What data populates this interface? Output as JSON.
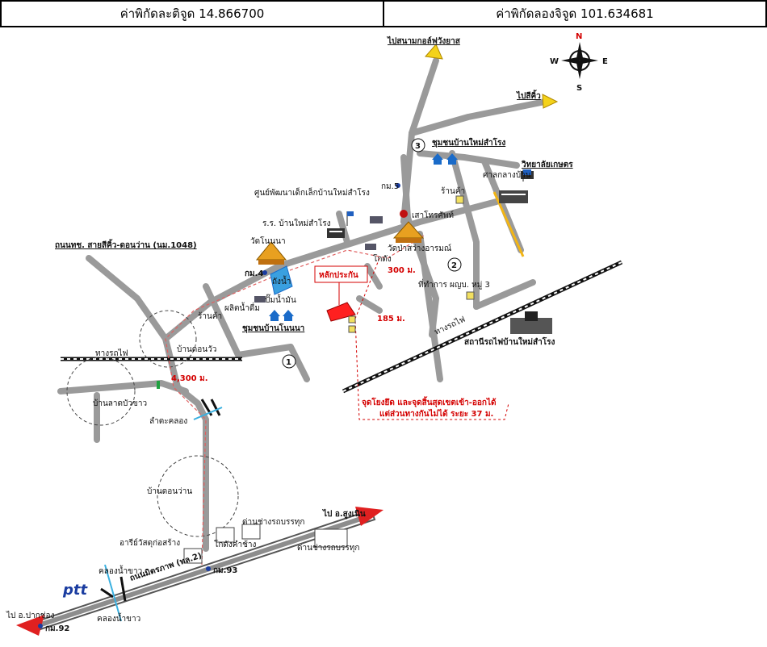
{
  "header": {
    "latitude": "ค่าพิกัดละติจูด 14.866700",
    "longitude": "ค่าพิกัดลองจิจูด 101.634681"
  },
  "compass": {
    "n": "N",
    "s": "S",
    "e": "E",
    "w": "W"
  },
  "roads": {
    "to_airport": "ไปสนามกอล์ฟวังยาส",
    "to_sikhio": "ไปสีคิ้ว",
    "highway_2_to_sungnoen": "ไป อ.สูงเนิน",
    "highway_2_to_pakchong": "ไป อ.ปากช่อง",
    "highway_2_name": "ถนนมิตรภาพ (ทล.2)",
    "rural_road": "ถนนทช. สายสีคิ้ว-ดอนว่าน (นม.1048)",
    "railway_west": "ทางรถไฟ",
    "railway_east": "ทางรถไฟ"
  },
  "places": {
    "community_north": "ชุมชนบ้านใหม่สำโรง",
    "college": "วิทยาลัยเกษตร",
    "shrine": "ศาลกลางบ้าน",
    "shop_ne": "ร้านค้า",
    "childcare": "ศูนย์พัฒนาเด็กเล็กบ้านใหม่สำโรง",
    "km5": "กม.5",
    "sao_thong": "เสาโทรศัพท์",
    "school": "ร.ร. บ้านใหม่สำโรง",
    "wat_nongna": "วัดโนนนา",
    "wat_pasawang": "วัดป่าสว่างอารมณ์",
    "kodang": "โกดัง",
    "km4": "กม.4",
    "water_tank": "ถังน้ำ",
    "base_point": "หลักประกัน",
    "dist_300": "300 ม.",
    "dist_185": "185 ม.",
    "village_head_office": "ที่ทำการ ผญบ. หมู่ 3",
    "fuel_pump": "ปั๊มน้ำมัน",
    "water_plant": "ผลิตน้ำดื่ม",
    "shop_w": "ร้านค้า",
    "community_nonna": "ชุมชนบ้านโนนนา",
    "station": "สถานีรถไฟบ้านใหม่สำโรง",
    "ban_don_wua": "บ้านดอนวัว",
    "ban_lat": "บ้านลาดบัวขาว",
    "dist_4300": "4,300 ม.",
    "lamtakhlong": "ลำตะคลอง",
    "ban_don_wan": "บ้านดอนว่าน",
    "parking_note_1": "จุดโยงยึด และจุดสิ้นสุดเขตเข้า-ออกได้",
    "parking_note_2": "แต่ส่วนทางกันไม่ได้ ระยะ 37 ม.",
    "service_1": "ด่านช่างรถบรรทุก",
    "service_2": "อารีย์วัสดุก่อสร้าง",
    "service_3": "โกดังคำช้าง",
    "service_4": "ด่านช่างรถบรรทุก",
    "km93": "กม.93",
    "khlong_top": "คลองน้ำขาว",
    "khlong_bottom": "คลองน้ำขาว",
    "km92": "กม.92",
    "ptt": "ptt",
    "num_1": "1",
    "num_2": "2",
    "num_3": "3"
  },
  "colors": {
    "road": "#9a9a9a",
    "highway": "#808080",
    "arrow_red": "#e02020",
    "arrow_yellow": "#f4d21a",
    "route_red": "#d40000",
    "site_red": "#ff2020",
    "blue": "#1a6bc9",
    "yellow_road": "#f2b515"
  }
}
